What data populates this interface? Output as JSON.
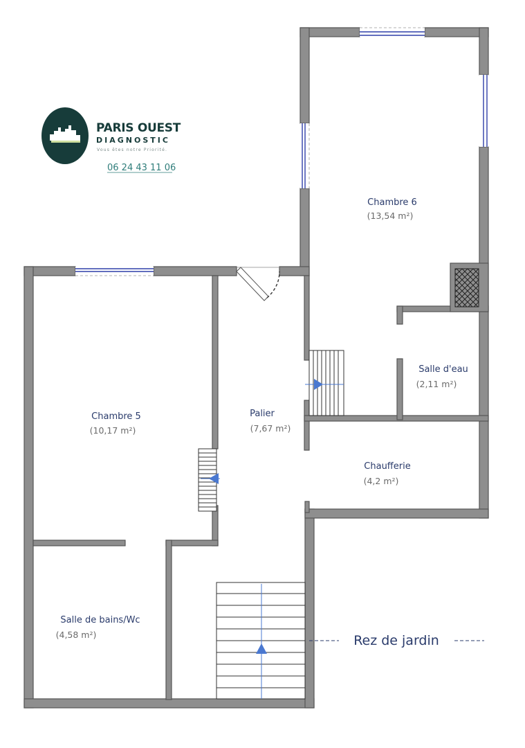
{
  "logo": {
    "brand": "PARIS OUEST",
    "sub": "DIAGNOSTIC",
    "tagline": "Vous êtes notre Priorité.",
    "phone": "06 24 43 11 06",
    "colors": {
      "badge": "#173c3a",
      "accent": "#2f7d7a"
    }
  },
  "rooms": {
    "chambre6": {
      "name": "Chambre 6",
      "area": "(13,54 m²)"
    },
    "chambre5": {
      "name": "Chambre 5",
      "area": "(10,17 m²)"
    },
    "palier": {
      "name": "Palier",
      "area": "(7,67 m²)"
    },
    "salle_eau": {
      "name": "Salle d'eau",
      "area": "(2,11 m²)"
    },
    "chaufferie": {
      "name": "Chaufferie",
      "area": "(4,2 m²)"
    },
    "salle_bains": {
      "name": "Salle de bains/Wc",
      "area": "(4,58 m²)"
    }
  },
  "level_label": "Rez de jardin",
  "colors": {
    "wall": "#8e8e8e",
    "window": "#2f3fa8",
    "text": "#2a3b6b",
    "arrow": "#4a78d0"
  }
}
